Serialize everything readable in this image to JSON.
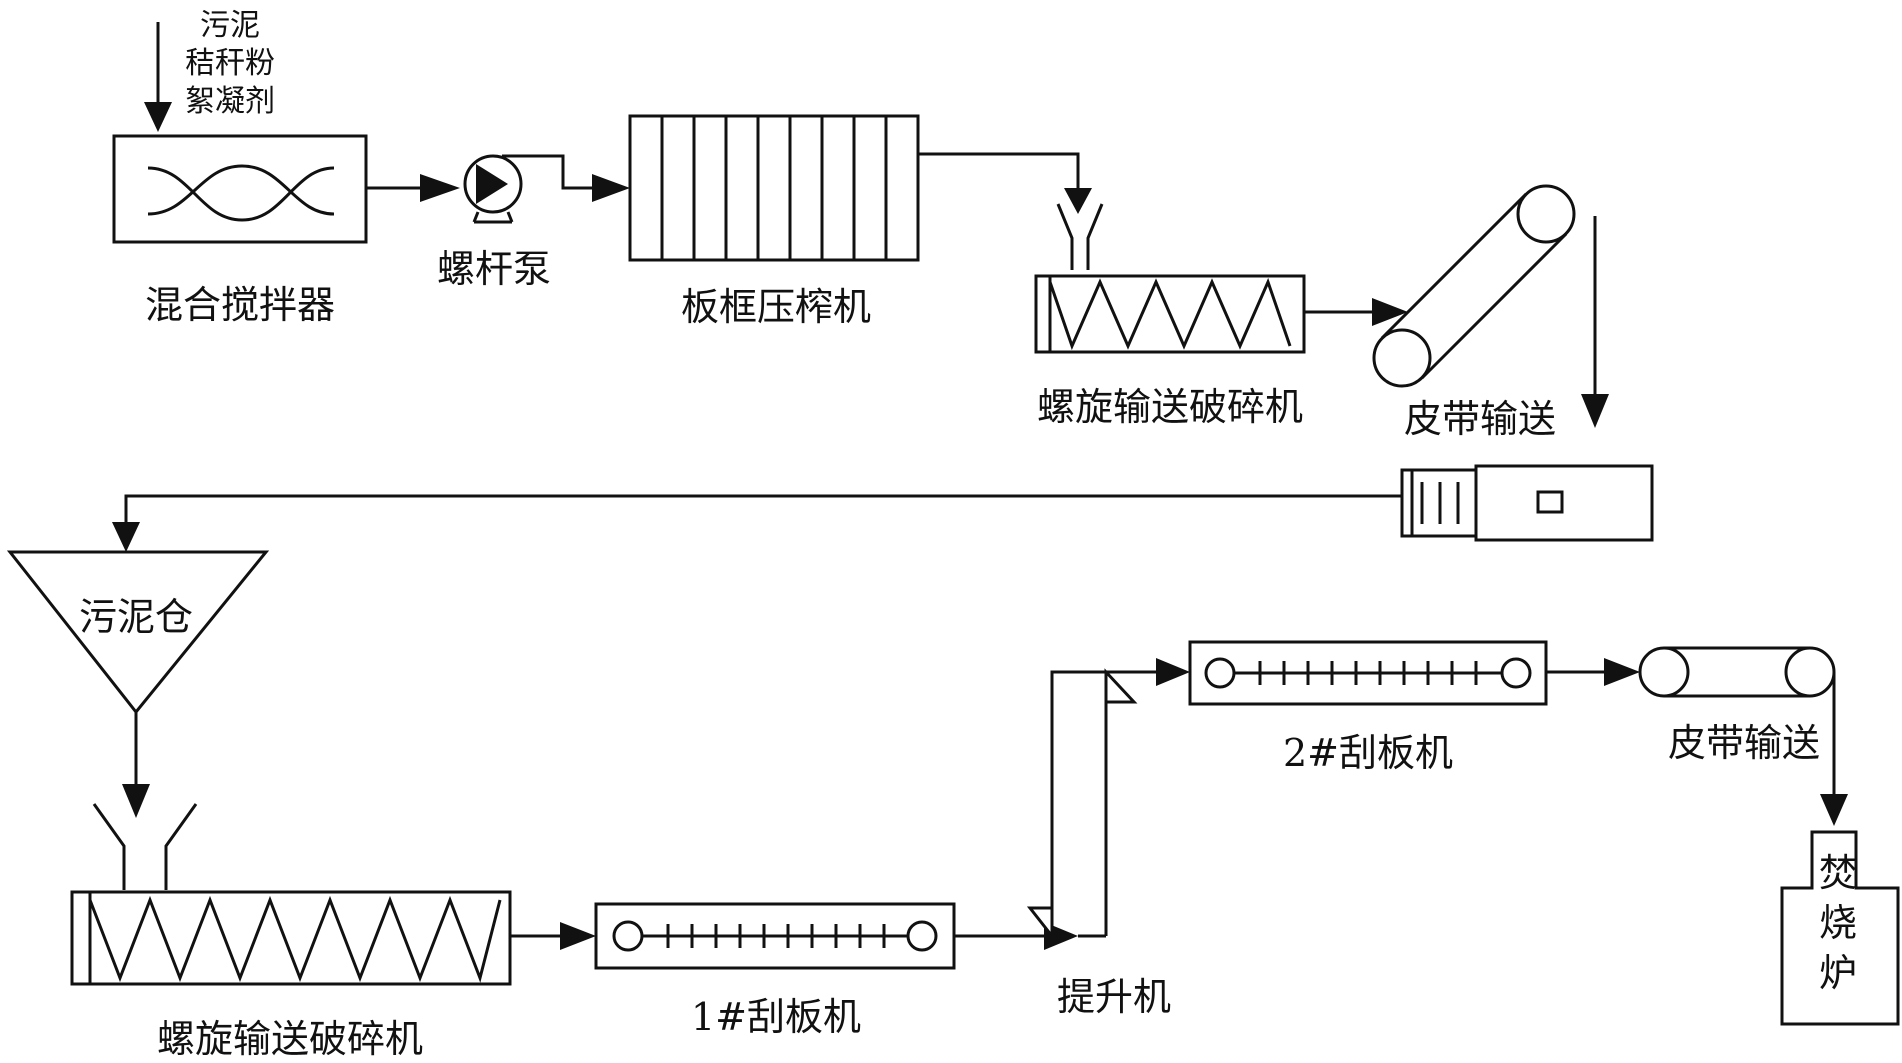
{
  "labels": {
    "inputs": [
      "污泥",
      "秸秆粉",
      "絮凝剂"
    ],
    "mixer": "混合搅拌器",
    "screw_pump": "螺杆泵",
    "filter_press": "板框压榨机",
    "screw_crusher_top": "螺旋输送破碎机",
    "belt_top": "皮带输送",
    "sludge_silo": "污泥仓",
    "screw_crusher_bottom": "螺旋输送破碎机",
    "scraper_1": "1#刮板机",
    "elevator": "提升机",
    "scraper_2": "2#刮板机",
    "belt_bottom": "皮带输送",
    "incinerator": [
      "焚",
      "烧",
      "炉"
    ]
  },
  "colors": {
    "ink": "#111111",
    "background": "#ffffff"
  }
}
